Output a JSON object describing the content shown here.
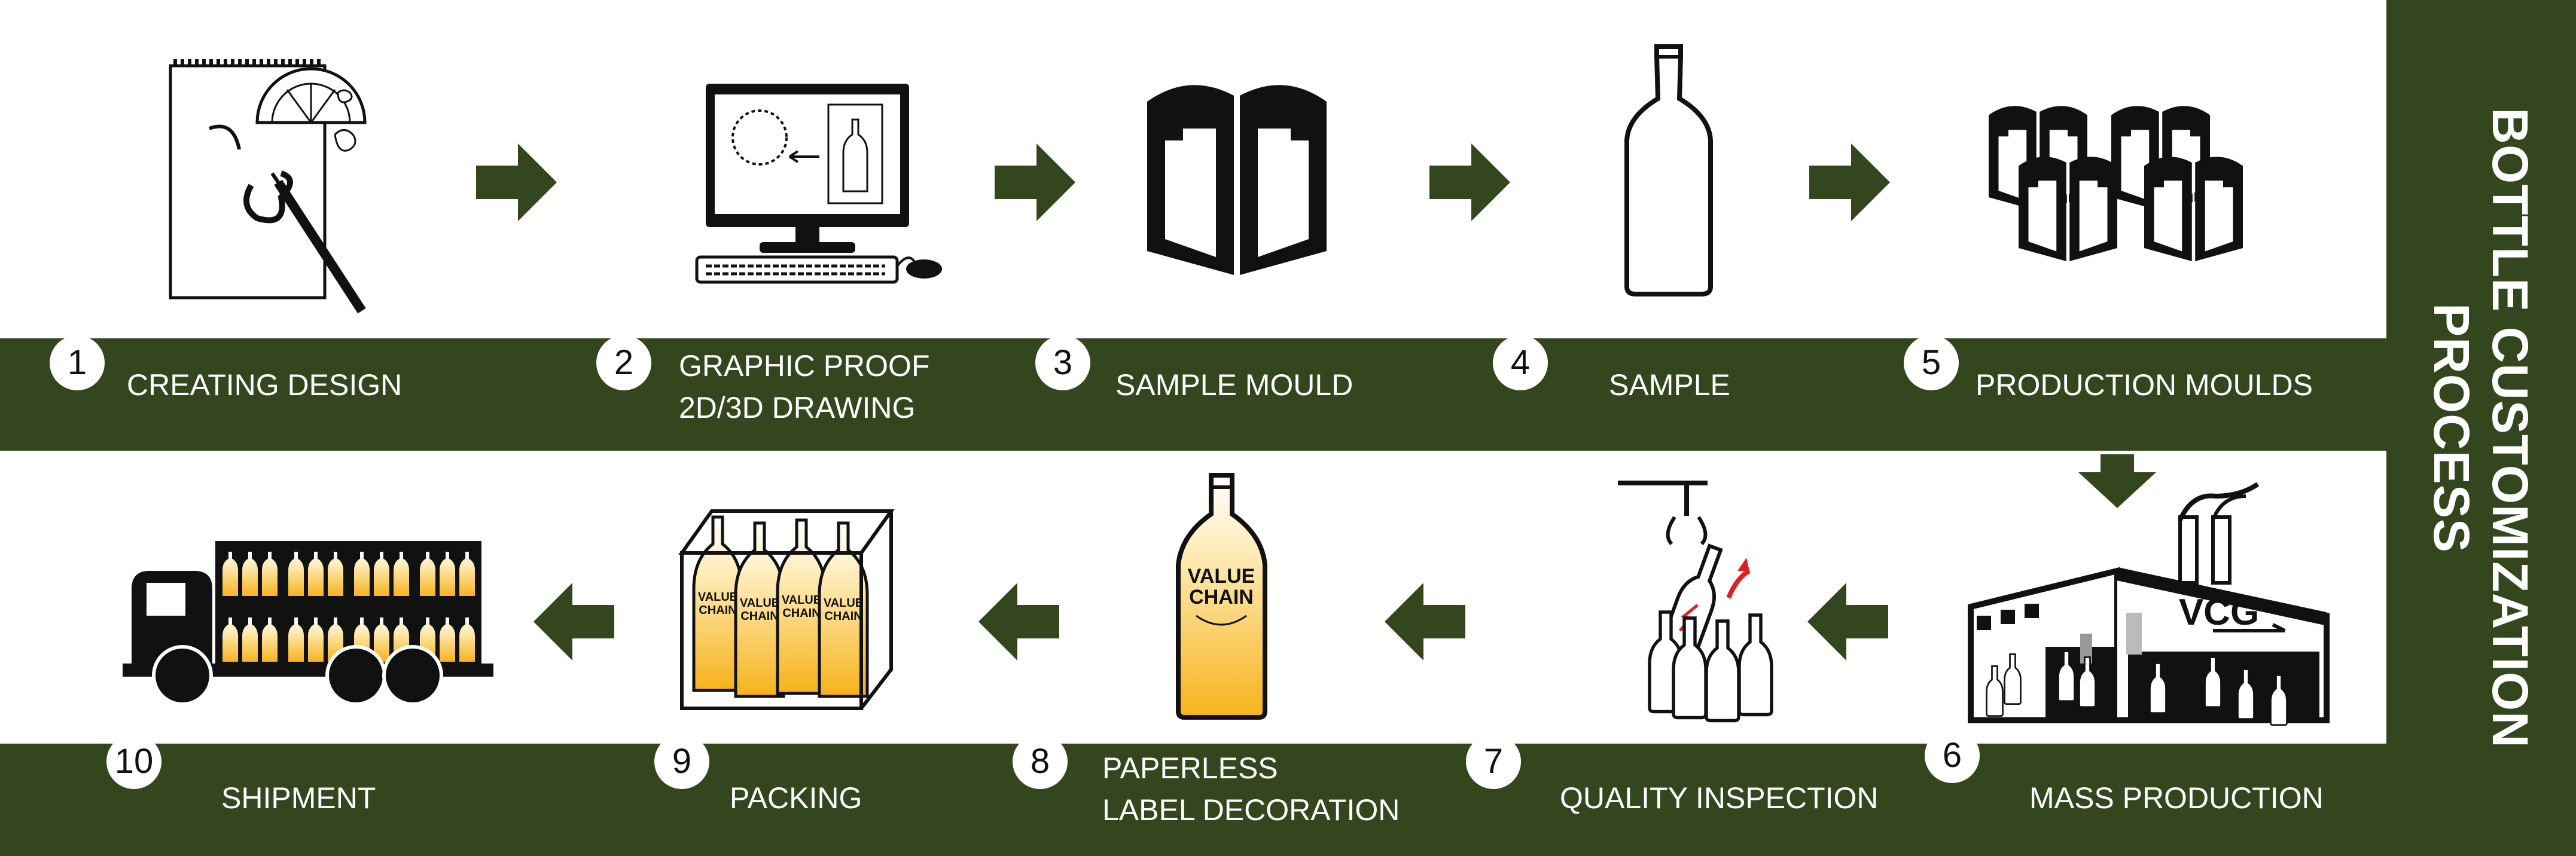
{
  "title": [
    "BOTTLE CUSTOMIZATION",
    "PROCESS"
  ],
  "steps": [
    {
      "num": "1",
      "label": "CREATING DESIGN"
    },
    {
      "num": "2",
      "label": [
        "GRAPHIC PROOF",
        "2D/3D DRAWING"
      ]
    },
    {
      "num": "3",
      "label": "SAMPLE MOULD"
    },
    {
      "num": "4",
      "label": "SAMPLE"
    },
    {
      "num": "5",
      "label": "PRODUCTION MOULDS"
    },
    {
      "num": "6",
      "label": "MASS PRODUCTION"
    },
    {
      "num": "7",
      "label": "QUALITY INSPECTION"
    },
    {
      "num": "8",
      "label": [
        "PAPERLESS",
        "LABEL DECORATION"
      ]
    },
    {
      "num": "9",
      "label": "PACKING"
    },
    {
      "num": "10",
      "label": "SHIPMENT"
    }
  ],
  "bottle_brand": [
    "VALUE",
    "CHAIN"
  ],
  "factory_logo": "VCG",
  "colors": {
    "band": "#34461e",
    "arrow": "#34461e",
    "liquid": "#f6b21a",
    "accent_red": "#e02020"
  }
}
